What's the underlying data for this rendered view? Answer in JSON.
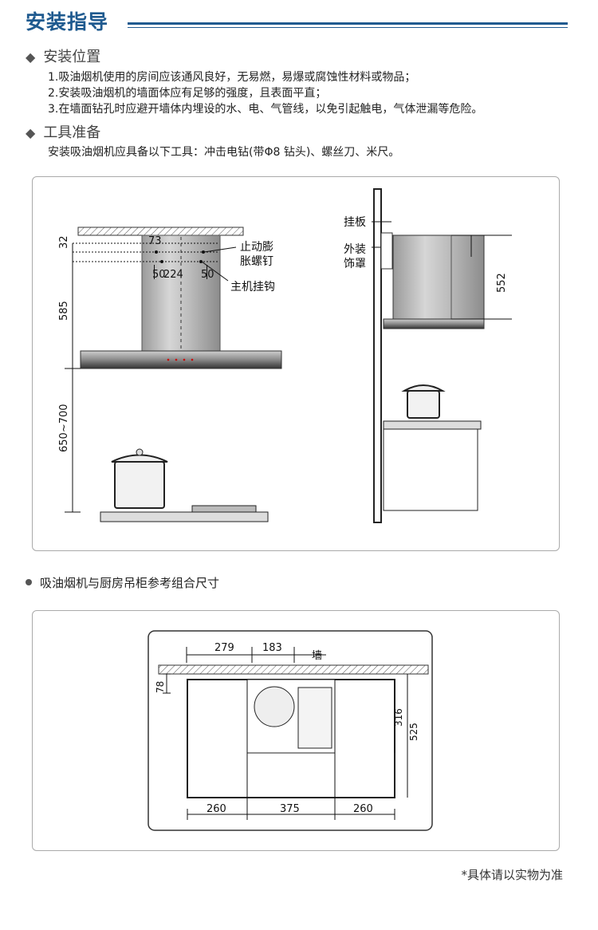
{
  "header": {
    "title": "安装指导"
  },
  "section1": {
    "title": "安装位置",
    "lines": [
      "1.吸油烟机使用的房间应该通风良好，无易燃，易爆或腐蚀性材料或物品；",
      "2.安装吸油烟机的墙面体应有足够的强度，且表面平直；",
      "3.在墙面钻孔时应避开墙体内埋设的水、电、气管线，以免引起触电，气体泄漏等危险。"
    ]
  },
  "section2": {
    "title": "工具准备",
    "lines": [
      "安装吸油烟机应具备以下工具：冲击电钻(带Φ8 钻头)、螺丝刀、米尺。"
    ]
  },
  "diagram1": {
    "front": {
      "dim_top": "32",
      "dim_width": "73",
      "dim_left": "50",
      "dim_mid": "224",
      "dim_right": "50",
      "dim_body": "585",
      "dim_height": "650~700",
      "label_anchor_line1": "止动膨",
      "label_anchor_line2": "胀螺钉",
      "label_hook": "主机挂钩"
    },
    "side": {
      "label_plate": "挂板",
      "label_cover_line1": "外装",
      "label_cover_line2": "饰罩",
      "dim_552": "552"
    }
  },
  "caption": "吸油烟机与厨房吊柜参考组合尺寸",
  "diagram2": {
    "dim_279": "279",
    "dim_183": "183",
    "label_wall": "墙",
    "dim_78": "78",
    "dim_316": "316",
    "dim_525": "525",
    "dim_260_left": "260",
    "dim_375": "375",
    "dim_260_right": "260"
  },
  "note": "*具体请以实物为准"
}
